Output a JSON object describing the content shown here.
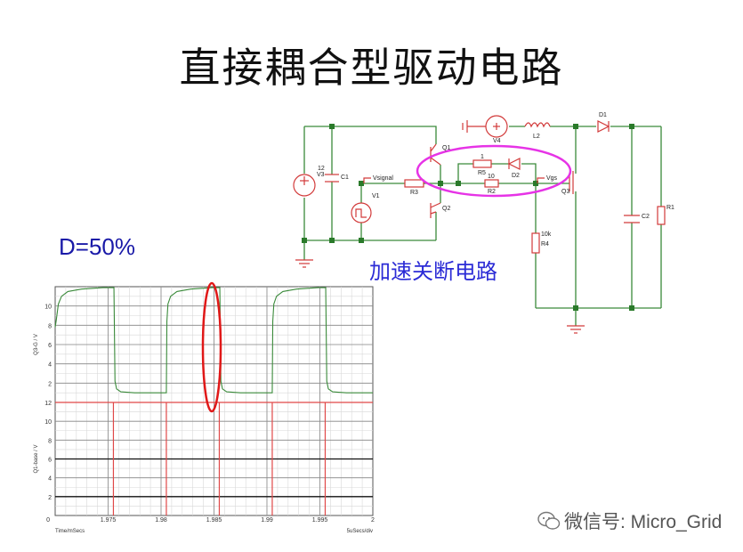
{
  "title": "直接耦合型驱动电路",
  "duty_label": "D=50%",
  "caption": "加速关断电路",
  "watermark": "微信号: Micro_Grid",
  "circuit": {
    "V3_name": "V3",
    "V3_value": "12",
    "C1": "C1",
    "V1": "V1",
    "Vsignal": "Vsignal",
    "R3": "R3",
    "Q1": "Q1",
    "Q2": "Q2",
    "R5": "R5",
    "R5_value": "1",
    "R2": "R2",
    "R2_value": "10",
    "D2": "D2",
    "Vgs": "Vgs",
    "Q3": "Q3",
    "R4": "R4",
    "R4_value": "10k",
    "V4": "V4",
    "L2": "L2",
    "D1": "D1",
    "C2": "C2",
    "R1": "R1"
  },
  "chart_data": {
    "type": "line",
    "xlabel": "Time/mSecs",
    "xscale_label": "5uSecs/div",
    "x_ticks": [
      "1.975",
      "1.98",
      "1.985",
      "1.99",
      "1.995",
      "2"
    ],
    "xlim": [
      1.97,
      2.0
    ],
    "panels": [
      {
        "ylabel": "Q3-G / V",
        "ylim": [
          0,
          12
        ],
        "y_ticks": [
          2,
          4,
          6,
          8,
          10
        ],
        "color": "#3a8a3a",
        "x": [
          1.97,
          1.9701,
          1.9703,
          1.9706,
          1.9712,
          1.9725,
          1.9745,
          1.97555,
          1.97565,
          1.9758,
          1.9762,
          1.9775,
          1.9805,
          1.98055,
          1.98065,
          1.9809,
          1.9815,
          1.9828,
          1.9848,
          1.98555,
          1.98565,
          1.9858,
          1.9862,
          1.9875,
          1.9905,
          1.99055,
          1.99065,
          1.9909,
          1.9915,
          1.9928,
          1.9948,
          1.99555,
          1.99565,
          1.9958,
          1.9962,
          1.9975,
          2.0
        ],
        "y": [
          7.8,
          8.5,
          10.2,
          11.0,
          11.5,
          11.75,
          11.9,
          11.9,
          2.2,
          1.4,
          1.1,
          1.0,
          1.0,
          8.4,
          10.2,
          11.0,
          11.5,
          11.75,
          11.9,
          11.9,
          2.2,
          1.4,
          1.1,
          1.0,
          1.0,
          8.4,
          10.2,
          11.0,
          11.5,
          11.75,
          11.9,
          11.9,
          2.2,
          1.4,
          1.1,
          1.0,
          1.0
        ]
      },
      {
        "ylabel": "Q1-base / V",
        "ylim": [
          0,
          12
        ],
        "y_ticks": [
          2,
          4,
          6,
          8,
          10,
          12
        ],
        "color": "#e04848",
        "pulse_times": [
          1.9755,
          1.9805,
          1.9855,
          1.9905,
          1.9955
        ],
        "pulse_high": 12,
        "pulse_low": 0
      }
    ]
  }
}
